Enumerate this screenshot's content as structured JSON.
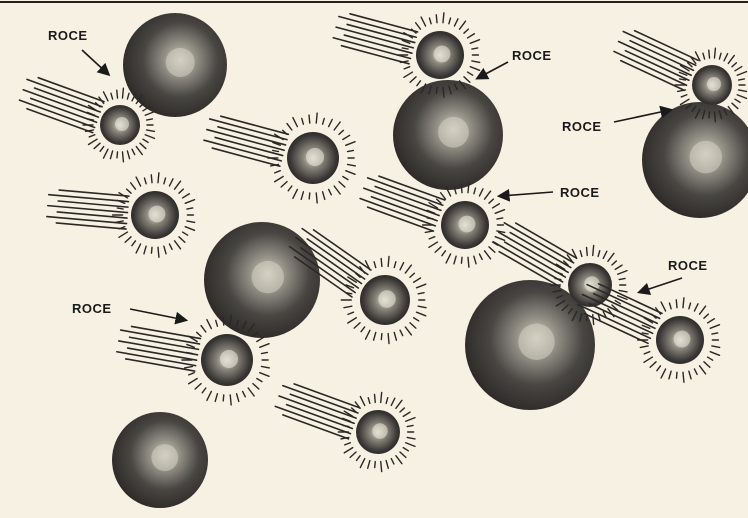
{
  "diagram": {
    "label_text": "ROCE",
    "colors": {
      "paper": "#f6f1e2",
      "ink": "#1a1a1a",
      "cell_dark": "#3a3a3a",
      "cell_light": "#e8e4d8"
    },
    "labels": [
      {
        "text": "ROCE",
        "target": "small-cell-1"
      },
      {
        "text": "ROCE",
        "target": "small-cell-3"
      },
      {
        "text": "ROCE",
        "target": "small-cell-4"
      },
      {
        "text": "ROCE",
        "target": "small-cell-5"
      },
      {
        "text": "ROCE",
        "target": "small-cell-7"
      },
      {
        "text": "ROCE",
        "target": "small-cell-8"
      }
    ]
  }
}
